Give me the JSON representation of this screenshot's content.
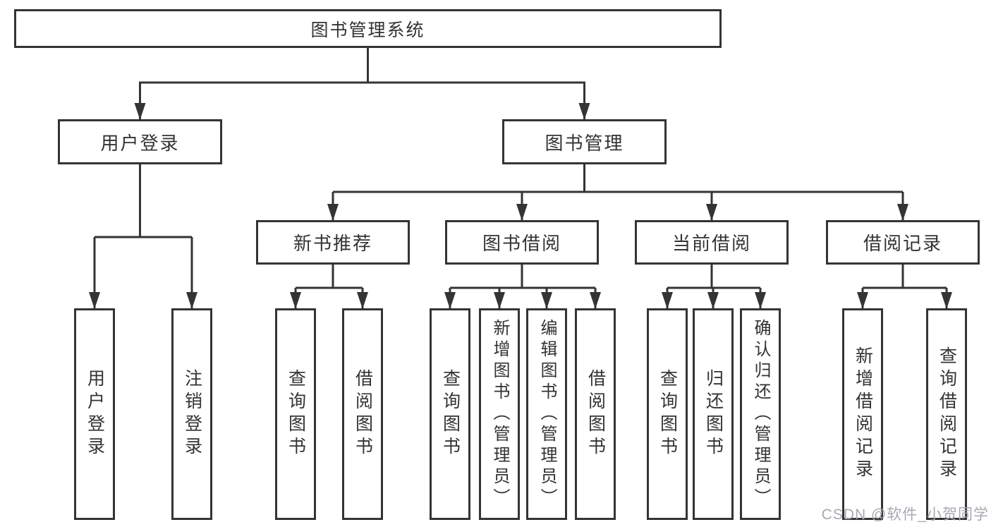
{
  "nodes": {
    "root": "图书管理系统",
    "user_login": "用户登录",
    "book_management": "图书管理",
    "leaf_user_login": "用户登录",
    "leaf_logout": "注销登录",
    "new_book_recommend": "新书推荐",
    "book_borrowing": "图书借阅",
    "current_borrowing": "当前借阅",
    "borrow_records": "借阅记录",
    "nbr_query_books": "查询图书",
    "nbr_borrow_books": "借阅图书",
    "bb_query_books": "查询图书",
    "bb_add_books": "新增图书（管理员）",
    "bb_edit_books": "编辑图书（管理员）",
    "bb_borrow_books": "借阅图书",
    "cb_query_books": "查询图书",
    "cb_return_books": "归还图书",
    "cb_confirm_return": "确认归还（管理员）",
    "br_add_record": "新增借阅记录",
    "br_query_record": "查询借阅记录"
  },
  "edges": [
    [
      "root",
      "user_login"
    ],
    [
      "root",
      "book_management"
    ],
    [
      "user_login",
      "leaf_user_login"
    ],
    [
      "user_login",
      "leaf_logout"
    ],
    [
      "book_management",
      "new_book_recommend"
    ],
    [
      "book_management",
      "book_borrowing"
    ],
    [
      "book_management",
      "current_borrowing"
    ],
    [
      "book_management",
      "borrow_records"
    ],
    [
      "new_book_recommend",
      "nbr_query_books"
    ],
    [
      "new_book_recommend",
      "nbr_borrow_books"
    ],
    [
      "book_borrowing",
      "bb_query_books"
    ],
    [
      "book_borrowing",
      "bb_add_books"
    ],
    [
      "book_borrowing",
      "bb_edit_books"
    ],
    [
      "book_borrowing",
      "bb_borrow_books"
    ],
    [
      "current_borrowing",
      "cb_query_books"
    ],
    [
      "current_borrowing",
      "cb_return_books"
    ],
    [
      "current_borrowing",
      "cb_confirm_return"
    ],
    [
      "borrow_records",
      "br_add_record"
    ],
    [
      "borrow_records",
      "br_query_record"
    ]
  ],
  "watermark": {
    "text": "CSDN @软件_小贺同学"
  },
  "colors": {
    "line": "#343434",
    "box_border": "#343434",
    "text": "#333333",
    "background": "#ffffff",
    "watermark": "#a9a9b1"
  }
}
